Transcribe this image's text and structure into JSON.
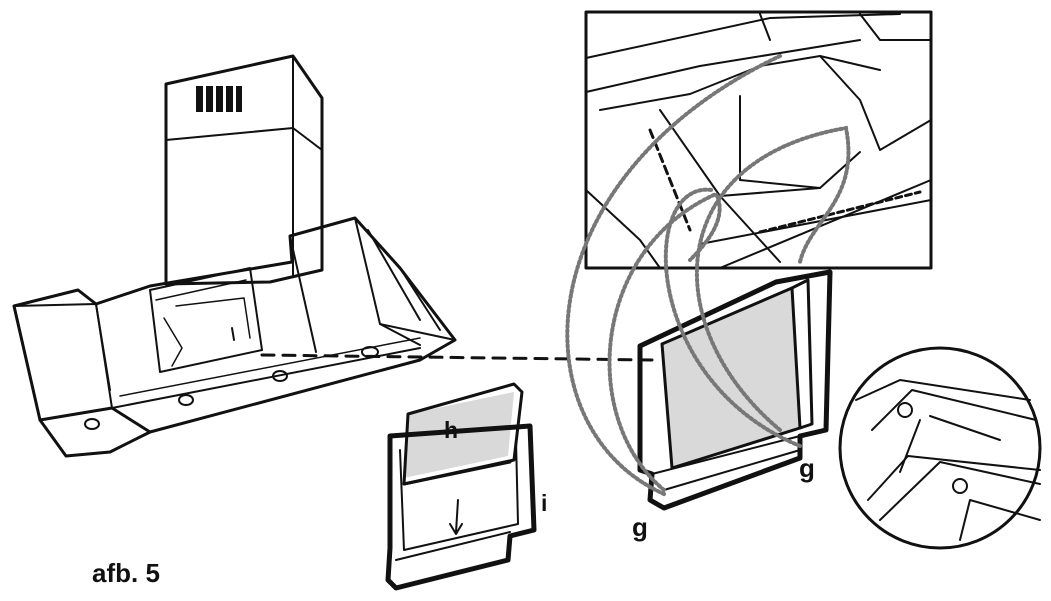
{
  "figure": {
    "caption": "afb. 5"
  },
  "callouts": {
    "h": "h",
    "i": "i",
    "g_left": "g",
    "g_right": "g"
  },
  "colors": {
    "line": "#111111",
    "filter_fill": "#d9d9d9",
    "dotted_leader": "#777777"
  }
}
